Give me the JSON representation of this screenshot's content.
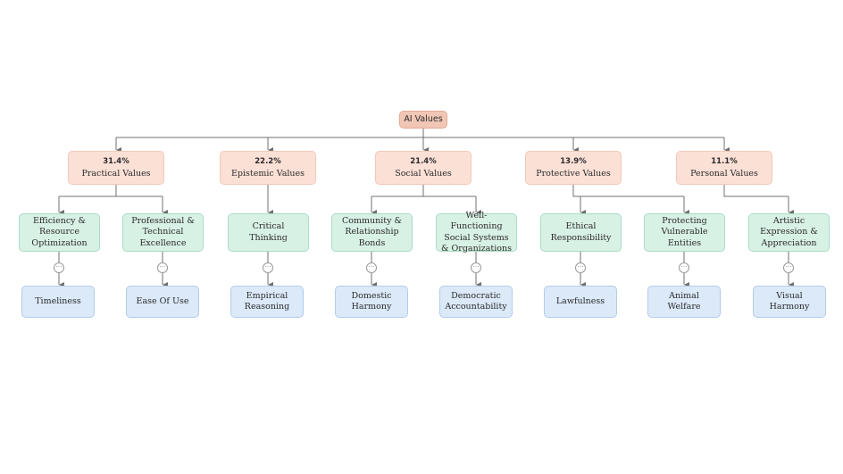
{
  "root": {
    "label": "AI Values"
  },
  "categories": [
    {
      "percent": "31.4%",
      "label": "Practical Values"
    },
    {
      "percent": "22.2%",
      "label": "Epistemic Values"
    },
    {
      "percent": "21.4%",
      "label": "Social Values"
    },
    {
      "percent": "13.9%",
      "label": "Protective Values"
    },
    {
      "percent": "11.1%",
      "label": "Personal Values"
    }
  ],
  "subcategories": [
    {
      "label": "Efficiency & Resource Optimization"
    },
    {
      "label": "Professional & Technical Excellence"
    },
    {
      "label": "Critical Thinking"
    },
    {
      "label": "Community & Relationship Bonds"
    },
    {
      "label": "Well-Functioning Social Systems & Organizations"
    },
    {
      "label": "Ethical Responsibility"
    },
    {
      "label": "Protecting Vulnerable Entities"
    },
    {
      "label": "Artistic Expression & Appreciation"
    }
  ],
  "ellipsis": "···",
  "values": [
    {
      "label": "Timeliness"
    },
    {
      "label": "Ease Of Use"
    },
    {
      "label": "Empirical Reasoning"
    },
    {
      "label": "Domestic Harmony"
    },
    {
      "label": "Democratic Accountability"
    },
    {
      "label": "Lawfulness"
    },
    {
      "label": "Animal Welfare"
    },
    {
      "label": "Visual Harmony"
    }
  ],
  "colors": {
    "root_fill": "#f1c6b5",
    "category_fill": "#fbe0d6",
    "subcategory_fill": "#d8f1e5",
    "value_fill": "#dbe9f9",
    "connector": "#707070"
  }
}
